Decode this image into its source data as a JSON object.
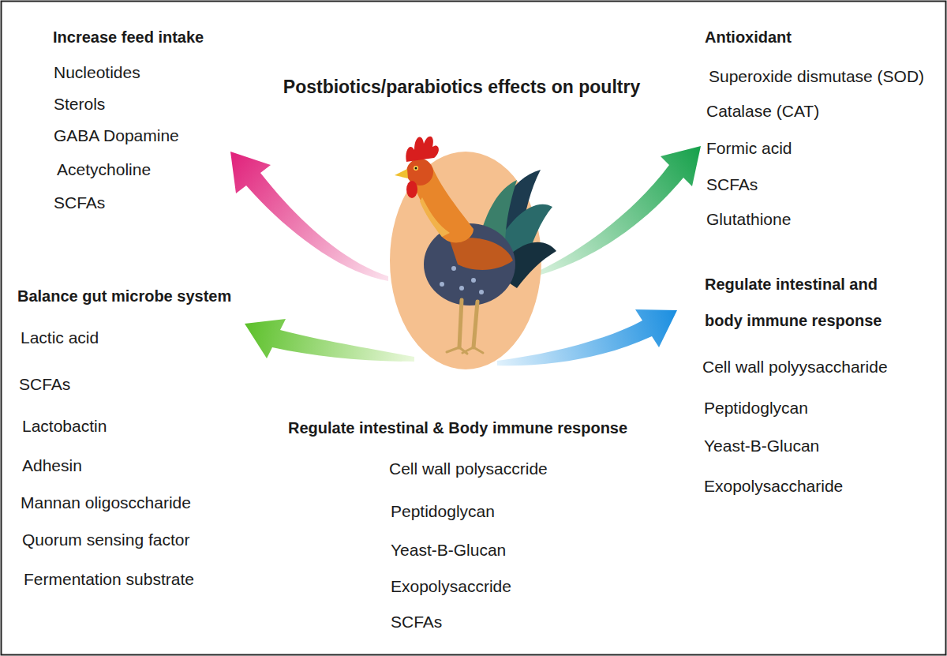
{
  "diagram": {
    "title": "Postbiotics/parabiotics effects on poultry",
    "labels": [
      "Increase feed intake",
      "Nucleotides",
      "Sterols",
      "GABA Dopamine",
      "Acetycholine",
      "SCFAs",
      "Antioxidant",
      "Superoxide dismutase (SOD)",
      "Catalase (CAT)",
      "Formic acid",
      "SCFAs",
      "Glutathione",
      "Balance gut microbe system",
      "Lactic acid",
      "SCFAs",
      "Lactobactin",
      "Adhesin",
      "Mannan oligosccharide",
      "Quorum sensing factor",
      "Fermentation substrate",
      "Regulate intestinal and body immune response",
      "Cell wall polyysaccharide",
      "Peptidoglycan",
      "Yeast-B-Glucan",
      "Exopolysaccharide",
      "Regulate intestinal & Body immune response",
      "Cell wall polysaccride",
      "Peptidoglycan",
      "Yeast-B-Glucan",
      "Exopolysaccride",
      "SCFAs"
    ]
  }
}
